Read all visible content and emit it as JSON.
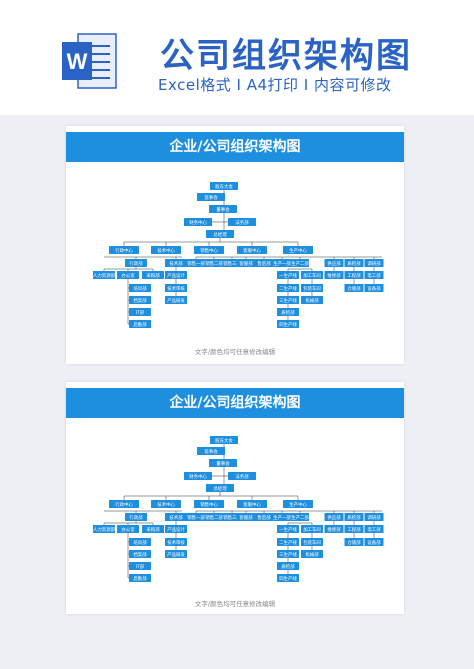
{
  "header": {
    "title": "公司组织架构图",
    "subtitle": "Excel格式 I A4打印 I 内容可修改",
    "word_icon_letter": "W",
    "brand_color": "#2b63c4"
  },
  "pages": [
    {
      "title": "企业/公司组织架构图",
      "caption": "文字/颜色均可任意修改编辑"
    },
    {
      "title": "企业/公司组织架构图",
      "caption": "文字/颜色均可任意修改编辑"
    }
  ],
  "org": {
    "node_color": "#1e8fde",
    "top": [
      {
        "label": "股东大会"
      },
      {
        "label": "监事会"
      },
      {
        "label": "董事会"
      },
      {
        "label": "财务中心"
      },
      {
        "label": "法务部"
      },
      {
        "label": "总经理"
      }
    ],
    "centers": [
      {
        "label": "行政中心"
      },
      {
        "label": "技术中心"
      },
      {
        "label": "销售中心"
      },
      {
        "label": "客服中心"
      },
      {
        "label": "生产中心"
      }
    ],
    "admin": [
      {
        "label": "行政部"
      },
      {
        "label": "人力资源部"
      },
      {
        "label": "办公室"
      },
      {
        "label": "采购部"
      }
    ],
    "procurement": [
      {
        "label": "培训部"
      },
      {
        "label": "档案部"
      },
      {
        "label": "IT部"
      },
      {
        "label": "后勤部"
      }
    ],
    "tech": [
      {
        "label": "技术部"
      },
      {
        "label": "产品设计"
      },
      {
        "label": "技术审核"
      },
      {
        "label": "产品研发"
      }
    ],
    "sales": [
      {
        "label": "销售一部"
      },
      {
        "label": "销售二部"
      },
      {
        "label": "销售三部"
      }
    ],
    "service": [
      {
        "label": "客服部"
      },
      {
        "label": "售后部"
      },
      {
        "label": "生产一部"
      },
      {
        "label": "生产二部"
      }
    ],
    "prod_one": [
      {
        "label": "一生产线"
      },
      {
        "label": "二生产线"
      },
      {
        "label": "三生产线"
      },
      {
        "label": "质检部"
      },
      {
        "label": "四生产线"
      }
    ],
    "prod_two": [
      {
        "label": "加工车间"
      },
      {
        "label": "包装车间"
      },
      {
        "label": "机械部"
      }
    ],
    "right": [
      {
        "label": "供应部"
      },
      {
        "label": "质检部"
      },
      {
        "label": "调研部"
      },
      {
        "label": "维修部"
      },
      {
        "label": "工程部"
      },
      {
        "label": "电工部"
      },
      {
        "label": "仓储部"
      },
      {
        "label": "设备部"
      }
    ]
  }
}
